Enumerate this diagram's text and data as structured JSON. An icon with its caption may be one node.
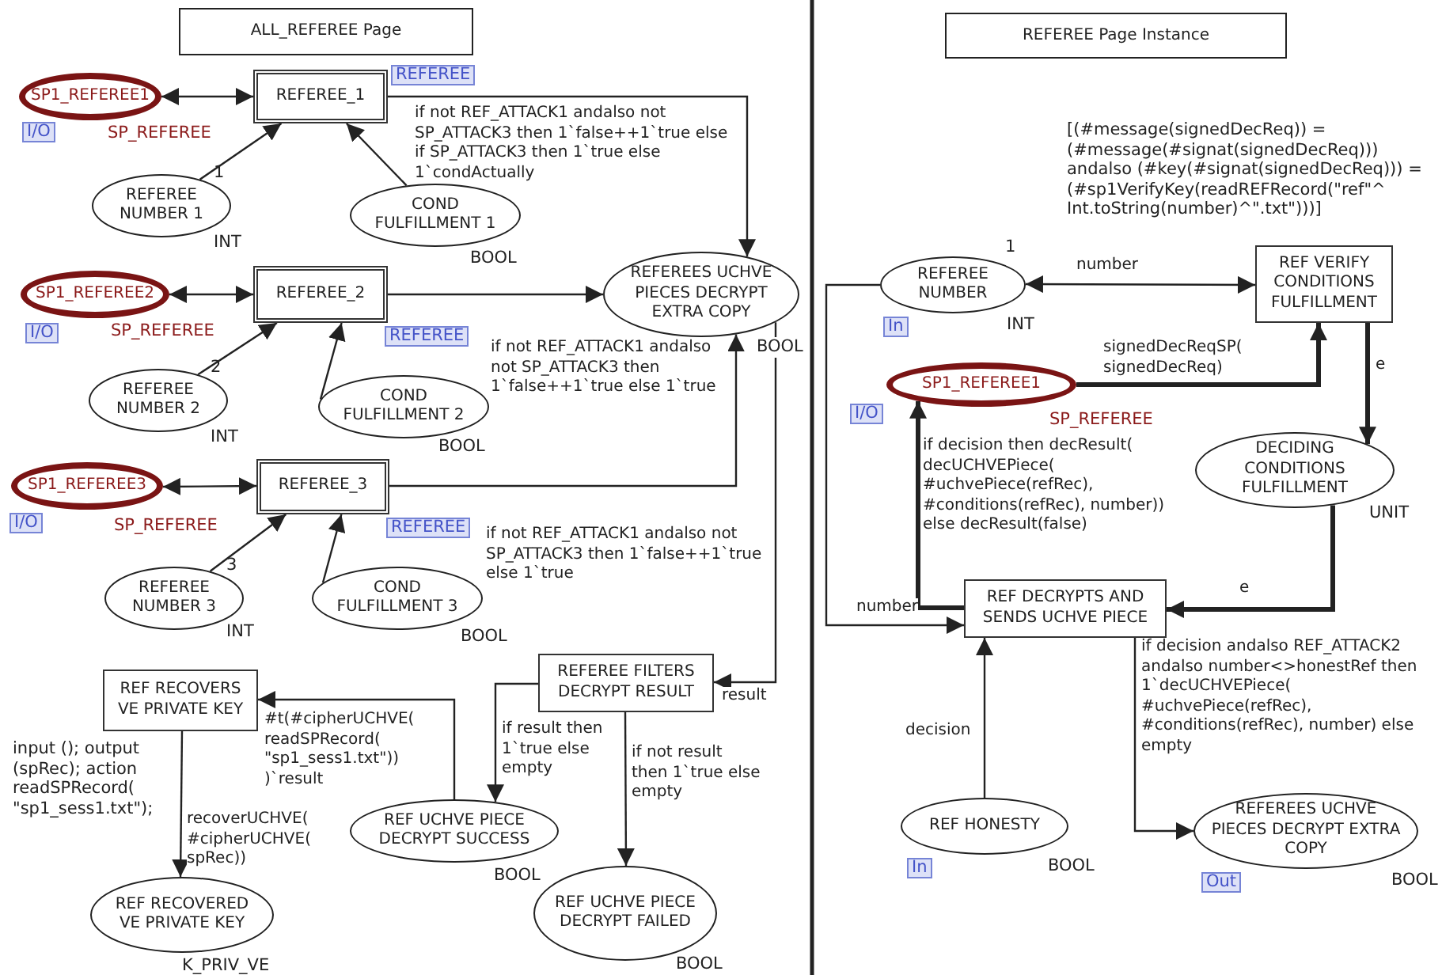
{
  "diagram": {
    "nodes": [
      {
        "text": [
          "ALL_REFEREE Page"
        ]
      },
      {
        "text": [
          "SP1_REFEREE1"
        ],
        "beside": [
          "I/O",
          "SP_REFEREE"
        ]
      },
      {
        "text": [
          "REFEREE_1"
        ],
        "beside": [
          "REFEREE"
        ]
      },
      {
        "text": [
          "REFEREE NUMBER 1"
        ],
        "beside": [
          "1",
          "INT"
        ]
      },
      {
        "text": [
          "COND FULFILLMENT 1"
        ],
        "beside": [
          "BOOL"
        ]
      },
      {
        "text": [
          "SP1_REFEREE2"
        ],
        "beside": [
          "I/O",
          "SP_REFEREE"
        ]
      },
      {
        "text": [
          "REFEREE_2"
        ],
        "beside": [
          "REFEREE"
        ]
      },
      {
        "text": [
          "REFEREE NUMBER 2"
        ],
        "beside": [
          "2",
          "INT"
        ]
      },
      {
        "text": [
          "COND FULFILLMENT 2"
        ],
        "beside": [
          "BOOL"
        ]
      },
      {
        "text": [
          "REFEREES UCHVE PIECES DECRYPT EXTRA COPY"
        ],
        "beside": [
          "BOOL"
        ]
      },
      {
        "text": [
          "SP1_REFEREE3"
        ],
        "beside": [
          "I/O",
          "SP_REFEREE"
        ]
      },
      {
        "text": [
          "REFEREE_3"
        ],
        "beside": [
          "REFEREE"
        ]
      },
      {
        "text": [
          "REFEREE NUMBER 3"
        ],
        "beside": [
          "3",
          "INT"
        ]
      },
      {
        "text": [
          "COND FULFILLMENT 3"
        ],
        "beside": [
          "BOOL"
        ]
      },
      {
        "text": [
          "REFEREE FILTERS DECRYPT RESULT"
        ]
      },
      {
        "text": [
          "REF RECOVERS VE PRIVATE KEY"
        ],
        "beside": [
          "input (); output (spRec); action readSPRecord( \"sp1_sess1.txt\");"
        ]
      },
      {
        "text": [
          "REF UCHVE PIECE DECRYPT SUCCESS"
        ],
        "beside": [
          "BOOL"
        ]
      },
      {
        "text": [
          "REF RECOVERED VE PRIVATE KEY"
        ],
        "beside": [
          "K_PRIV_VE"
        ]
      },
      {
        "text": [
          "REF UCHVE PIECE DECRYPT FAILED"
        ],
        "beside": [
          "BOOL"
        ]
      },
      {
        "text": [
          "REFEREE Page Instance"
        ]
      },
      {
        "text": [
          "REFEREE NUMBER"
        ],
        "beside": [
          "1",
          "In",
          "INT"
        ]
      },
      {
        "text": [
          "REF VERIFY CONDITIONS FULFILLMENT"
        ],
        "beside": [
          "[(#message(signedDecReq)) = (#message(#signat(signedDecReq))) andalso (#key(#signat(signedDecReq))) = (#sp1VerifyKey(readREFRecord(\"ref\"^ Int.toString(number)^\".txt\")))]"
        ]
      },
      {
        "text": [
          "SP1_REFEREE1"
        ],
        "beside": [
          "I/O",
          "SP_REFEREE"
        ]
      },
      {
        "text": [
          "DECIDING CONDITIONS FULFILLMENT"
        ],
        "beside": [
          "UNIT"
        ]
      },
      {
        "text": [
          "REF DECRYPTS AND SENDS UCHVE PIECE"
        ]
      },
      {
        "text": [
          "REF HONESTY"
        ],
        "beside": [
          "In",
          "BOOL"
        ]
      },
      {
        "text": [
          "REFEREES UCHVE PIECES DECRYPT EXTRA COPY"
        ],
        "beside": [
          "Out",
          "BOOL"
        ]
      }
    ],
    "edges": [
      {
        "from": 1,
        "to": 2,
        "arrow": "both"
      },
      {
        "from": 3,
        "to": 2,
        "arrow": "to"
      },
      {
        "from": 4,
        "to": 2,
        "arrow": "to"
      },
      {
        "from": 2,
        "to": 9,
        "arrow": "to",
        "label": "if not REF_ATTACK1 andalso not SP_ATTACK3 then 1`false++1`true else if SP_ATTACK3 then 1`true else 1`condActually"
      },
      {
        "from": 5,
        "to": 6,
        "arrow": "both"
      },
      {
        "from": 7,
        "to": 6,
        "arrow": "to"
      },
      {
        "from": 8,
        "to": 6,
        "arrow": "to"
      },
      {
        "from": 6,
        "to": 9,
        "arrow": "to",
        "label": "if not REF_ATTACK1 andalso not SP_ATTACK3 then 1`false++1`true else 1`true"
      },
      {
        "from": 10,
        "to": 11,
        "arrow": "both"
      },
      {
        "from": 12,
        "to": 11,
        "arrow": "to"
      },
      {
        "from": 13,
        "to": 11,
        "arrow": "to"
      },
      {
        "from": 11,
        "to": 9,
        "arrow": "to",
        "label": "if not REF_ATTACK1 andalso not SP_ATTACK3 then 1`false++1`true else 1`true"
      },
      {
        "from": 9,
        "to": 14,
        "arrow": "to",
        "label": "result"
      },
      {
        "from": 14,
        "to": 16,
        "arrow": "to",
        "label": "if result then 1`true else empty"
      },
      {
        "from": 14,
        "to": 18,
        "arrow": "to",
        "label": "if not result then 1`true else empty"
      },
      {
        "from": 16,
        "to": 15,
        "arrow": "to",
        "label": "#t(#cipherUCHVE( readSPRecord( \"sp1_sess1.txt\")) )`result"
      },
      {
        "from": 15,
        "to": 17,
        "arrow": "to",
        "label": "recoverUCHVE( #cipherUCHVE( spRec))"
      },
      {
        "from": 20,
        "to": 21,
        "arrow": "both",
        "label": "number"
      },
      {
        "from": 22,
        "to": 21,
        "arrow": "to",
        "style": "thick",
        "label": "signedDecReqSP( signedDecReq)"
      },
      {
        "from": 21,
        "to": 23,
        "arrow": "to",
        "style": "thick",
        "label": "e"
      },
      {
        "from": 23,
        "to": 24,
        "arrow": "to",
        "style": "thick",
        "label": "e"
      },
      {
        "from": 24,
        "to": 22,
        "arrow": "to",
        "style": "thick",
        "label": "if decision then decResult( decUCHVEPiece( #uchvePiece(refRec), #conditions(refRec), number)) else decResult(false)"
      },
      {
        "from": 20,
        "to": 24,
        "arrow": "to",
        "label": "number"
      },
      {
        "from": 25,
        "to": 24,
        "arrow": "to",
        "label": "decision"
      },
      {
        "from": 24,
        "to": 26,
        "arrow": "to",
        "label": "if decision andalso REF_ATTACK2 andalso number<>honestRef then 1`decUCHVEPiece( #uchvePiece(refRec), #conditions(refRec), number) else empty"
      }
    ]
  }
}
